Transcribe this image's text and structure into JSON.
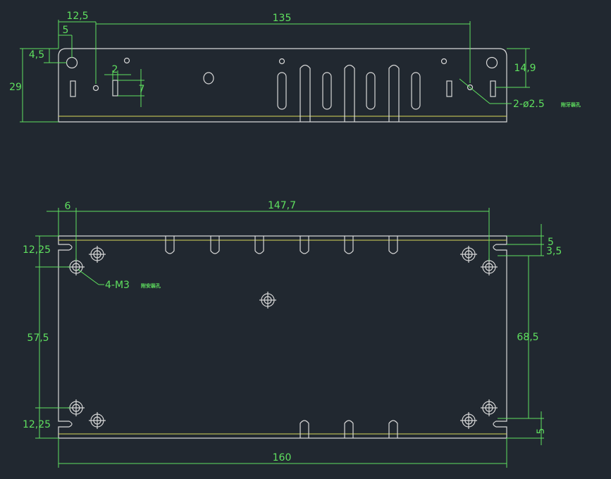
{
  "colors": {
    "background": "#212830",
    "outline": "#d8d8d8",
    "dimension": "#5fe05f",
    "bend_line": "#d9d95a"
  },
  "side_view": {
    "dims": {
      "offset_12_5": "12,5",
      "offset_5": "5",
      "length_135": "135",
      "height_4_5": "4,5",
      "height_29": "29",
      "slot_2": "2",
      "slot_7": "7",
      "height_14_9": "14,9"
    },
    "callout_hole": "2-ø2.5",
    "callout_hole_note": "附牙装孔"
  },
  "top_view": {
    "dims": {
      "offset_6": "6",
      "length_147_7": "147,7",
      "edge_12_25_top": "12,25",
      "span_57_5": "57,5",
      "edge_12_25_bottom": "12,25",
      "edge_5_top": "5",
      "edge_3_5": "3,5",
      "span_68_5": "68,5",
      "edge_5_bottom": "5",
      "width_160": "160"
    },
    "callout_screw": "4-M3",
    "callout_screw_note": "附安装孔"
  }
}
